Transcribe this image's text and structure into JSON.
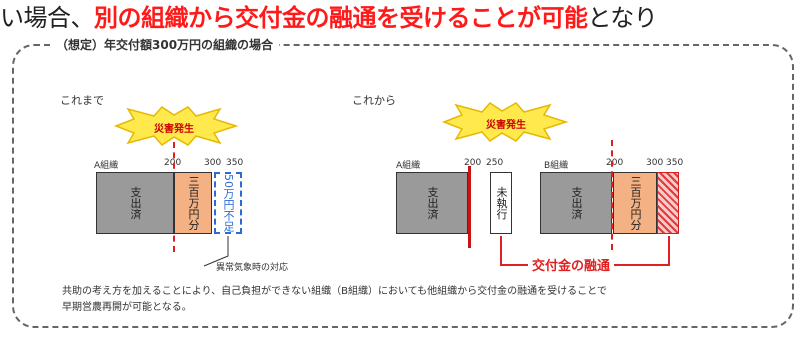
{
  "headline": {
    "part1": "い場合、",
    "part2": "別の組織から交付金の融通を受けることが可能",
    "part3": "となり"
  },
  "frame_title": "（想定）年交付額300万円の組織の場合",
  "left": {
    "label": "これまで",
    "burst_label": "災害発生",
    "org_label": "A組織",
    "tick_200": "200",
    "tick_300": "300",
    "tick_350": "350",
    "used_label": "支出済",
    "remaining_label": "三百万円分",
    "extra_label": "50万円不足",
    "caption": "異常気象時の対応"
  },
  "right": {
    "label": "これから",
    "burst_label": "災害発生",
    "org_a_label": "A組織",
    "org_b_label": "B組織",
    "tick_a_200": "200",
    "tick_a_250": "250",
    "tick_b_200": "200",
    "tick_b_300": "300",
    "tick_b_350": "350",
    "a_used": "支出済",
    "a_remain": "未執行",
    "b_used": "支出済",
    "b_remain": "三百万円分",
    "flow_label": "交付金の融通"
  },
  "note": {
    "line1": "共助の考え方を加えることにより、自己負担ができない組織（B組織）においても他組織から交付金の融通を受けることで",
    "line2": "早期営農再開が可能となる。"
  },
  "colors": {
    "accent_red": "#ff1a1a",
    "orange_fill": "#f4b183",
    "gray_fill": "#9a9a9a",
    "blue_dash": "#2a6bd6"
  }
}
